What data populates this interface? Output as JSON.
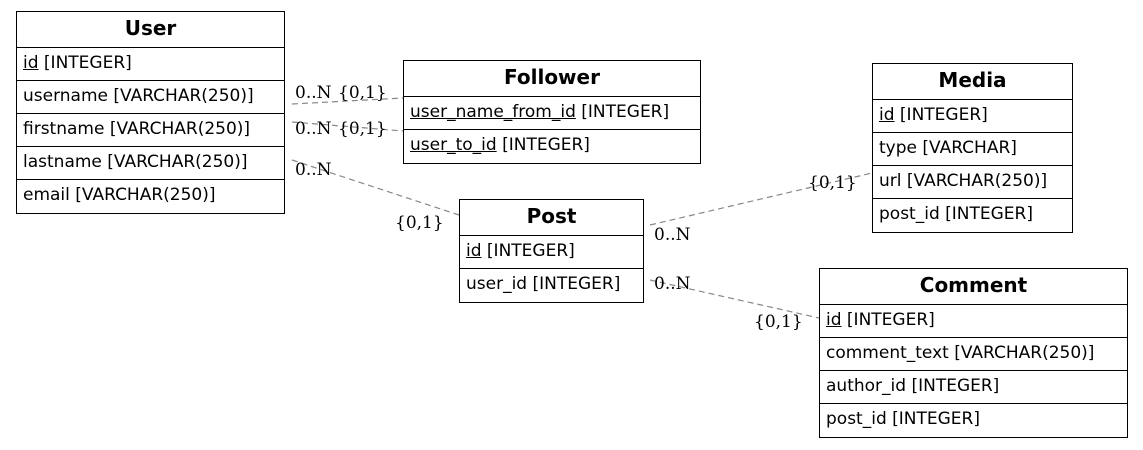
{
  "entities": {
    "user": {
      "title": "User",
      "rows": [
        {
          "name": "id",
          "type": "[INTEGER]",
          "key": true
        },
        {
          "name": "username",
          "type": "[VARCHAR(250)]",
          "key": false
        },
        {
          "name": "firstname",
          "type": "[VARCHAR(250)]",
          "key": false
        },
        {
          "name": "lastname",
          "type": "[VARCHAR(250)]",
          "key": false
        },
        {
          "name": "email",
          "type": "[VARCHAR(250)]",
          "key": false
        }
      ]
    },
    "follower": {
      "title": "Follower",
      "rows": [
        {
          "name": "user_name_from_id",
          "type": "[INTEGER]",
          "key": true
        },
        {
          "name": "user_to_id",
          "type": "[INTEGER]",
          "key": true
        }
      ]
    },
    "post": {
      "title": "Post",
      "rows": [
        {
          "name": "id",
          "type": "[INTEGER]",
          "key": true
        },
        {
          "name": "user_id",
          "type": "[INTEGER]",
          "key": false
        }
      ]
    },
    "media": {
      "title": "Media",
      "rows": [
        {
          "name": "id",
          "type": "[INTEGER]",
          "key": true
        },
        {
          "name": "type",
          "type": "[VARCHAR]",
          "key": false
        },
        {
          "name": "url",
          "type": "[VARCHAR(250)]",
          "key": false
        },
        {
          "name": "post_id",
          "type": "[INTEGER]",
          "key": false
        }
      ]
    },
    "comment": {
      "title": "Comment",
      "rows": [
        {
          "name": "id",
          "type": "[INTEGER]",
          "key": true
        },
        {
          "name": "comment_text",
          "type": "[VARCHAR(250)]",
          "key": false
        },
        {
          "name": "author_id",
          "type": "[INTEGER]",
          "key": false
        },
        {
          "name": "post_id",
          "type": "[INTEGER]",
          "key": false
        }
      ]
    }
  },
  "relationships": [
    {
      "from": "user.username",
      "to": "follower.user_name_from_id",
      "from_card": "0..N",
      "to_card": "{0,1}"
    },
    {
      "from": "user.firstname",
      "to": "follower.user_to_id",
      "from_card": "0..N",
      "to_card": "{0,1}"
    },
    {
      "from": "user.lastname",
      "to": "post",
      "from_card": "0..N",
      "to_card": "{0,1}"
    },
    {
      "from": "post",
      "to": "media.url",
      "from_card": "0..N",
      "to_card": "{0,1}"
    },
    {
      "from": "post.user_id",
      "to": "comment",
      "from_card": "0..N",
      "to_card": "{0,1}"
    }
  ],
  "colors": {
    "line": "#888888",
    "border": "#000000"
  }
}
